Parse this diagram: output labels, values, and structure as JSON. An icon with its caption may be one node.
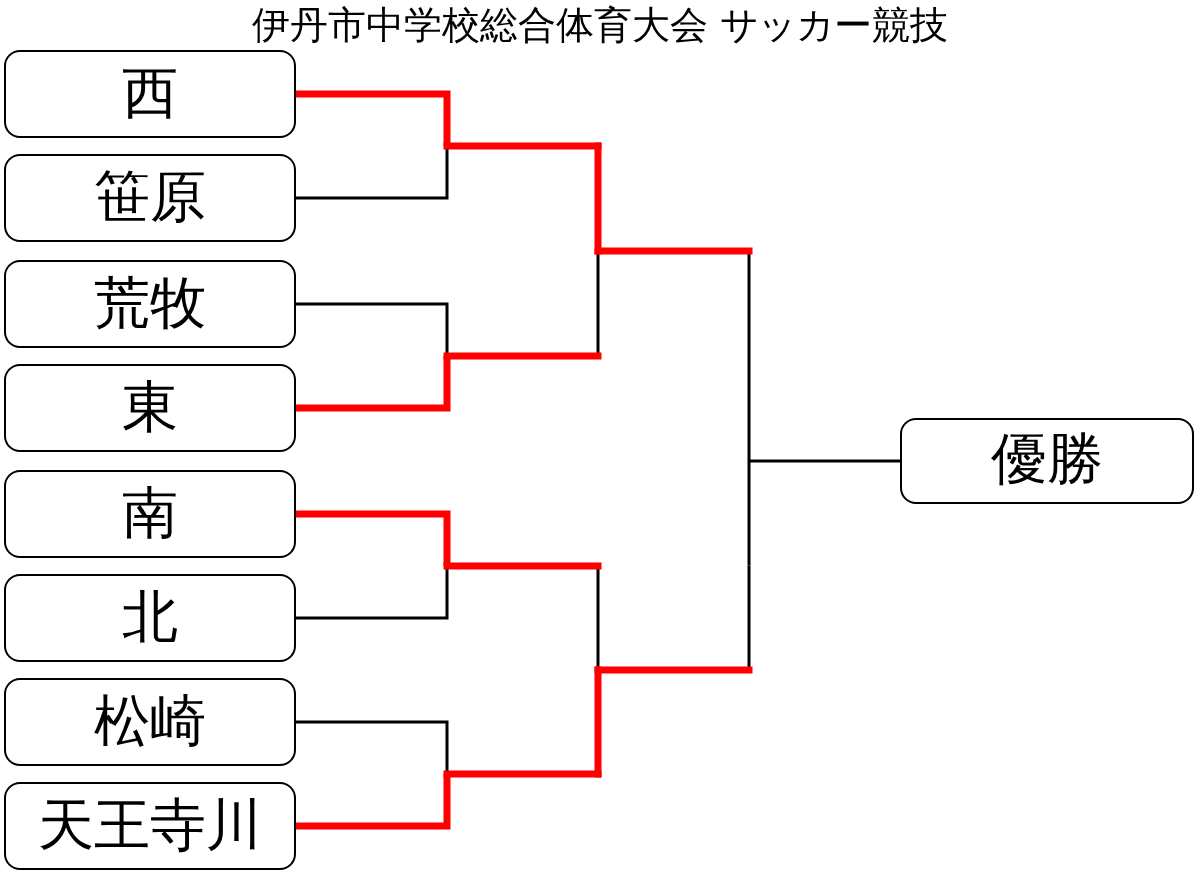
{
  "diagram": {
    "title": "伊丹市中学校総合体育大会 サッカー競技",
    "nodes": [
      {
        "text": [
          "西"
        ]
      },
      {
        "text": [
          "笹原"
        ]
      },
      {
        "text": [
          "荒牧"
        ]
      },
      {
        "text": [
          "東"
        ]
      },
      {
        "text": [
          "南"
        ]
      },
      {
        "text": [
          "北"
        ]
      },
      {
        "text": [
          "松崎"
        ]
      },
      {
        "text": [
          "天王寺川"
        ]
      },
      {
        "text": [
          "優勝"
        ]
      }
    ],
    "edges": [
      {
        "from": 0,
        "to": 8,
        "arrow": "none",
        "style": "thick",
        "color": "#ff0000"
      },
      {
        "from": 1,
        "to": 8,
        "arrow": "none",
        "color": "#000000"
      },
      {
        "from": 2,
        "to": 8,
        "arrow": "none",
        "color": "#000000"
      },
      {
        "from": 3,
        "to": 8,
        "arrow": "none",
        "style": "thick",
        "color": "#ff0000"
      },
      {
        "from": 4,
        "to": 8,
        "arrow": "none",
        "style": "thick",
        "color": "#ff0000"
      },
      {
        "from": 5,
        "to": 8,
        "arrow": "none",
        "color": "#000000"
      },
      {
        "from": 6,
        "to": 8,
        "arrow": "none",
        "color": "#000000"
      },
      {
        "from": 7,
        "to": 8,
        "arrow": "none",
        "style": "thick",
        "color": "#ff0000"
      }
    ]
  }
}
